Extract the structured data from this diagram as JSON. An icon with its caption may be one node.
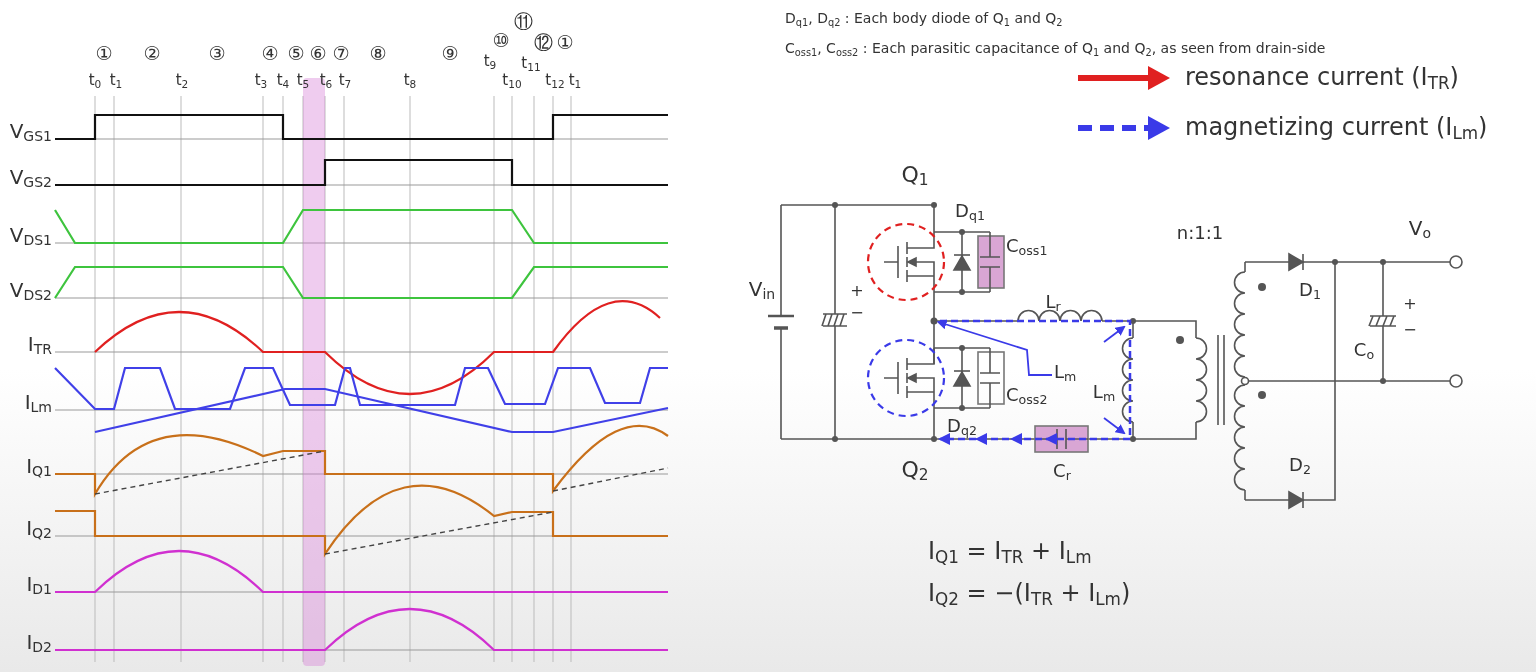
{
  "diagram": {
    "nodes": [
      {
        "text": [
          "L$_{m}$"
        ]
      },
      {
        "text": [],
        "shape": "circle"
      }
    ],
    "edges": [
      {
        "from": 0,
        "to": 1,
        "arrow": "to"
      }
    ],
    "labels": [
      "①",
      "②",
      "③",
      "④",
      "⑤",
      "⑥",
      "⑦",
      "⑧",
      "⑨",
      "⑩",
      "⑪",
      "⑫",
      "①",
      "t$_{0}$",
      "t$_{1}$",
      "t$_{2}$",
      "t$_{3}$",
      "t$_{4}$",
      "t$_{5}$",
      "t$_{6}$",
      "t$_{7}$",
      "t$_{8}$",
      "t$_{9}$",
      "t$_{10}$",
      "t$_{11}$",
      "t$_{12}$",
      "t$_{1}$",
      "V$_{GS1}$",
      "V$_{GS2}$",
      "V$_{DS1}$",
      "V$_{DS2}$",
      "I$_{TR}$",
      "I$_{Lm}$",
      "I$_{Q1}$",
      "I$_{Q2}$",
      "I$_{D1}$",
      "I$_{D2}$",
      "D$_{q1}$, D$_{q2}$ : Each body diode of Q$_{1}$ and Q$_{2}$",
      "C$_{oss1}$, C$_{oss2}$ : Each parasitic capacitance of Q$_{1}$ and Q$_{2}$, as seen from drain-side",
      "Q$_{1}$",
      "D$_{q1}$",
      "C$_{oss1}$",
      "n:1:1",
      "V$_{o}$",
      "V$_{in}$",
      "L$_{r}$",
      "D$_{1}$",
      "+",
      "−",
      "+",
      "−",
      "C$_{o}$",
      "C$_{oss2}$",
      "L$_{m}$",
      "D$_{q2}$",
      "Q$_{2}$",
      "C$_{r}$",
      "D$_{2}$",
      "I$_{Q1}$ = I$_{TR}$ + I$_{Lm}$",
      "I$_{Q2}$ = −(I$_{TR}$ + I$_{Lm}$)"
    ],
    "legend": [
      {
        "text": "resonance current (I$_{TR}$)"
      },
      {
        "text": "magnetizing current (I$_{Lm}$)"
      }
    ]
  }
}
